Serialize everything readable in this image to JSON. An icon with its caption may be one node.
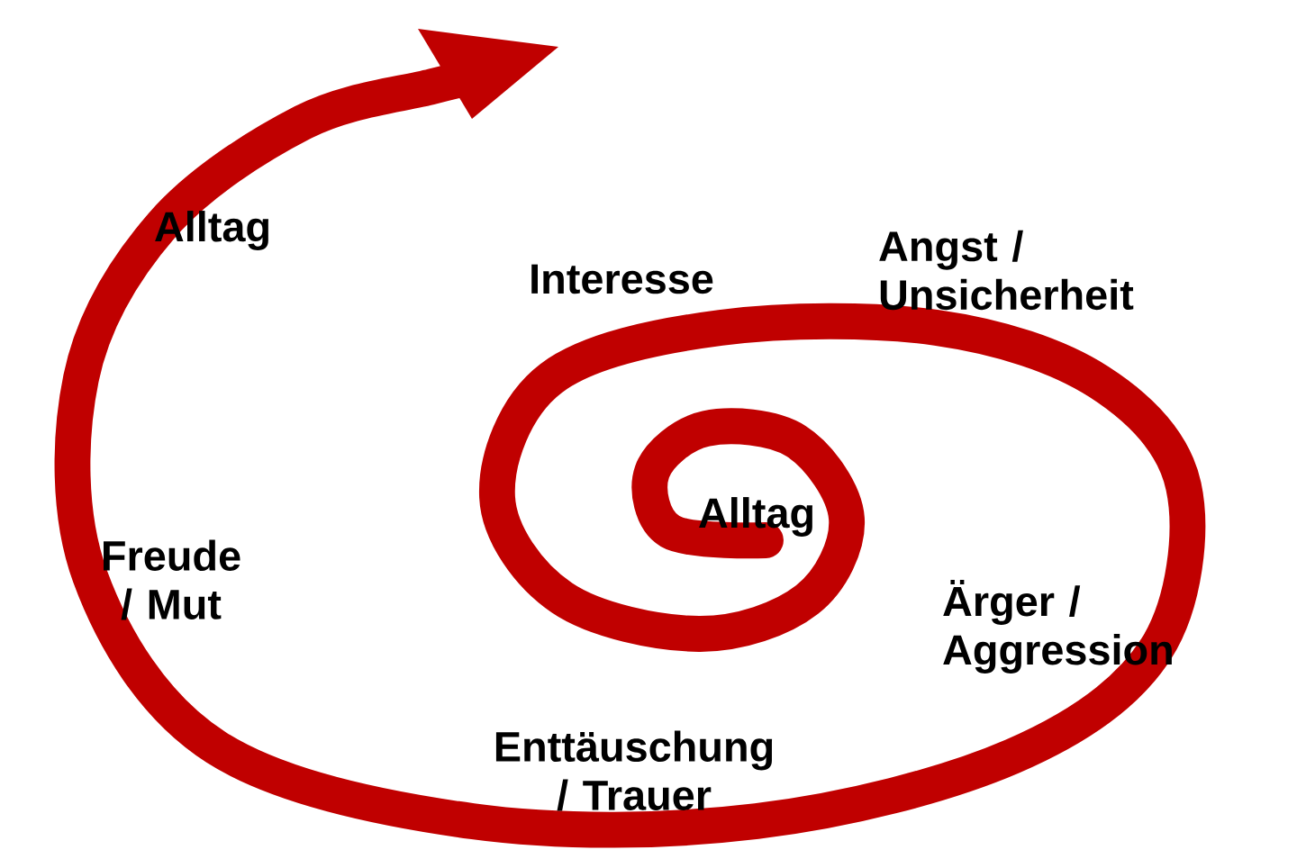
{
  "diagram": {
    "labels": [
      "Alltag",
      "Angst / Unsicherheit",
      "Interesse",
      "Alltag",
      "Freude / Mut",
      "Ärger / Aggression",
      "Enttäuschung / Trauer"
    ]
  }
}
